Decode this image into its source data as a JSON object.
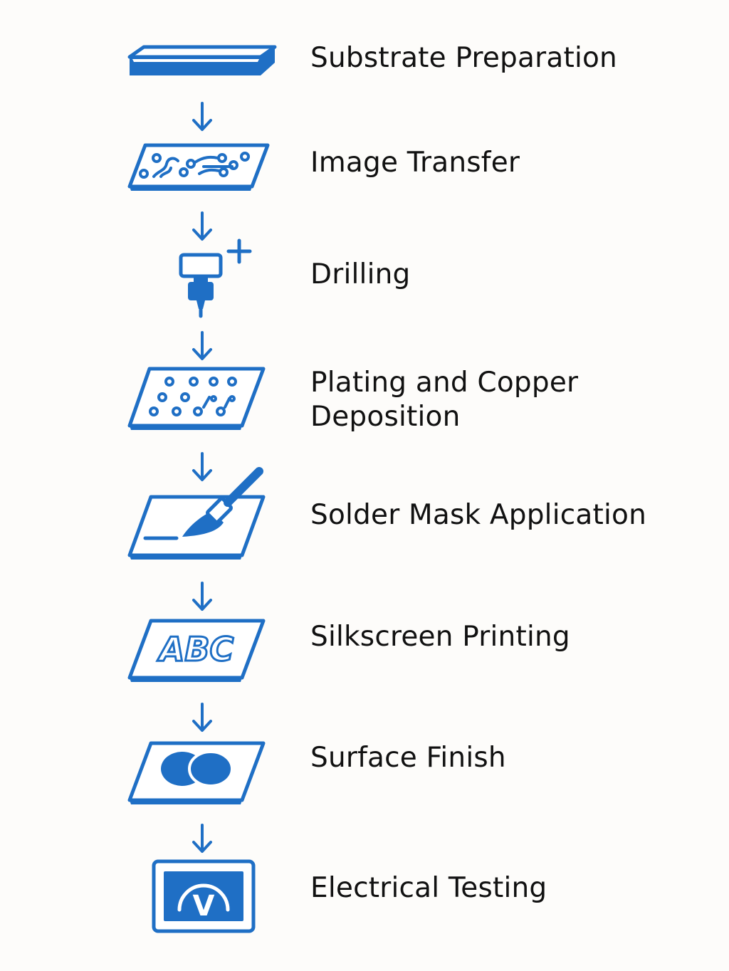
{
  "colors": {
    "accent": "#1f6fc5",
    "text": "#111111",
    "background": "#fdfcfa"
  },
  "steps": [
    {
      "icon": "substrate-board-icon",
      "label": "Substrate Preparation"
    },
    {
      "icon": "circuit-traces-icon",
      "label": "Image Transfer"
    },
    {
      "icon": "drill-bit-icon",
      "label": "Drilling"
    },
    {
      "icon": "plated-holes-board-icon",
      "label": [
        "Plating and Copper",
        "Deposition"
      ]
    },
    {
      "icon": "brush-on-board-icon",
      "label": "Solder Mask Application"
    },
    {
      "icon": "abc-label-board-icon",
      "label": "Silkscreen Printing",
      "icon_text": "ABC"
    },
    {
      "icon": "pads-board-icon",
      "label": "Surface Finish"
    },
    {
      "icon": "voltmeter-icon",
      "label": "Electrical Testing",
      "icon_text": "V"
    }
  ]
}
